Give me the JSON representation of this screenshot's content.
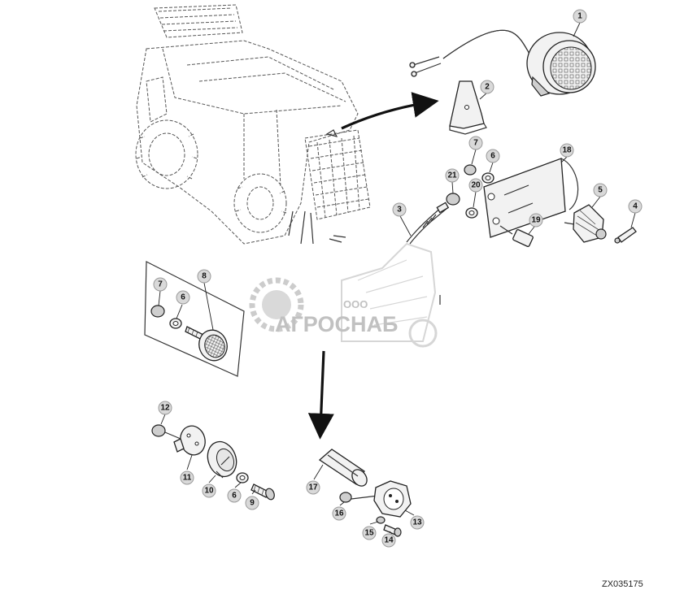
{
  "diagram": {
    "drawing_code": "ZX035175",
    "watermark": {
      "prefix": "ООО",
      "name": "АГРОСНАБ"
    },
    "callouts": [
      "1",
      "2",
      "3",
      "4",
      "5",
      "6",
      "6",
      "6",
      "7",
      "7",
      "8",
      "9",
      "10",
      "11",
      "12",
      "13",
      "14",
      "15",
      "16",
      "17",
      "18",
      "19",
      "20",
      "21"
    ]
  }
}
